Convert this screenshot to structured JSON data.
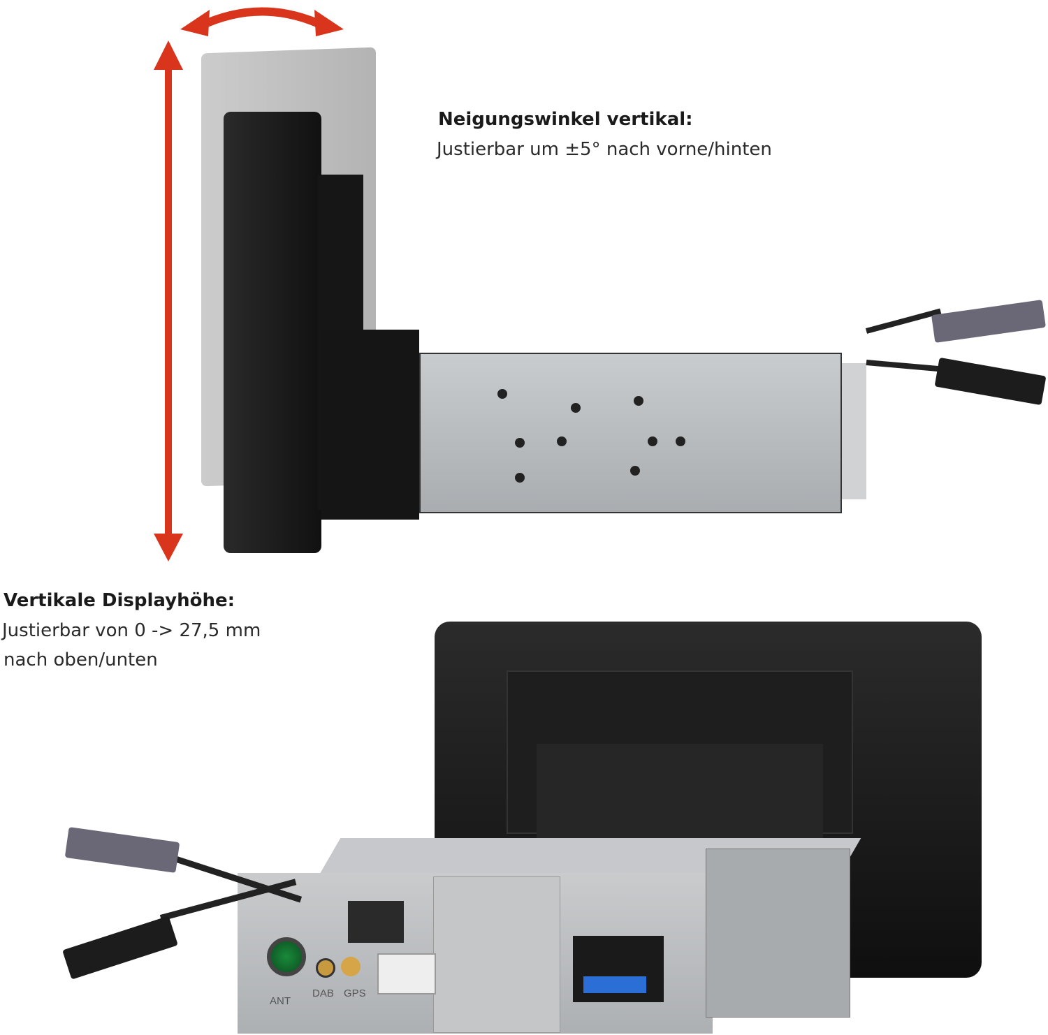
{
  "tilt": {
    "title": "Neigungswinkel vertikal:",
    "description": "Justierbar um ±5° nach vorne/hinten"
  },
  "height": {
    "title": "Vertikale Displayhöhe:",
    "description_line1": "Justierbar von 0 -> 27,5 mm",
    "description_line2": "nach oben/unten"
  },
  "connector_labels": {
    "ant": "ANT",
    "dab": "DAB",
    "gps": "GPS"
  },
  "colors": {
    "arrow": "#d8351c",
    "chassis": "#b9bcbf",
    "display": "#1c1c1c"
  }
}
